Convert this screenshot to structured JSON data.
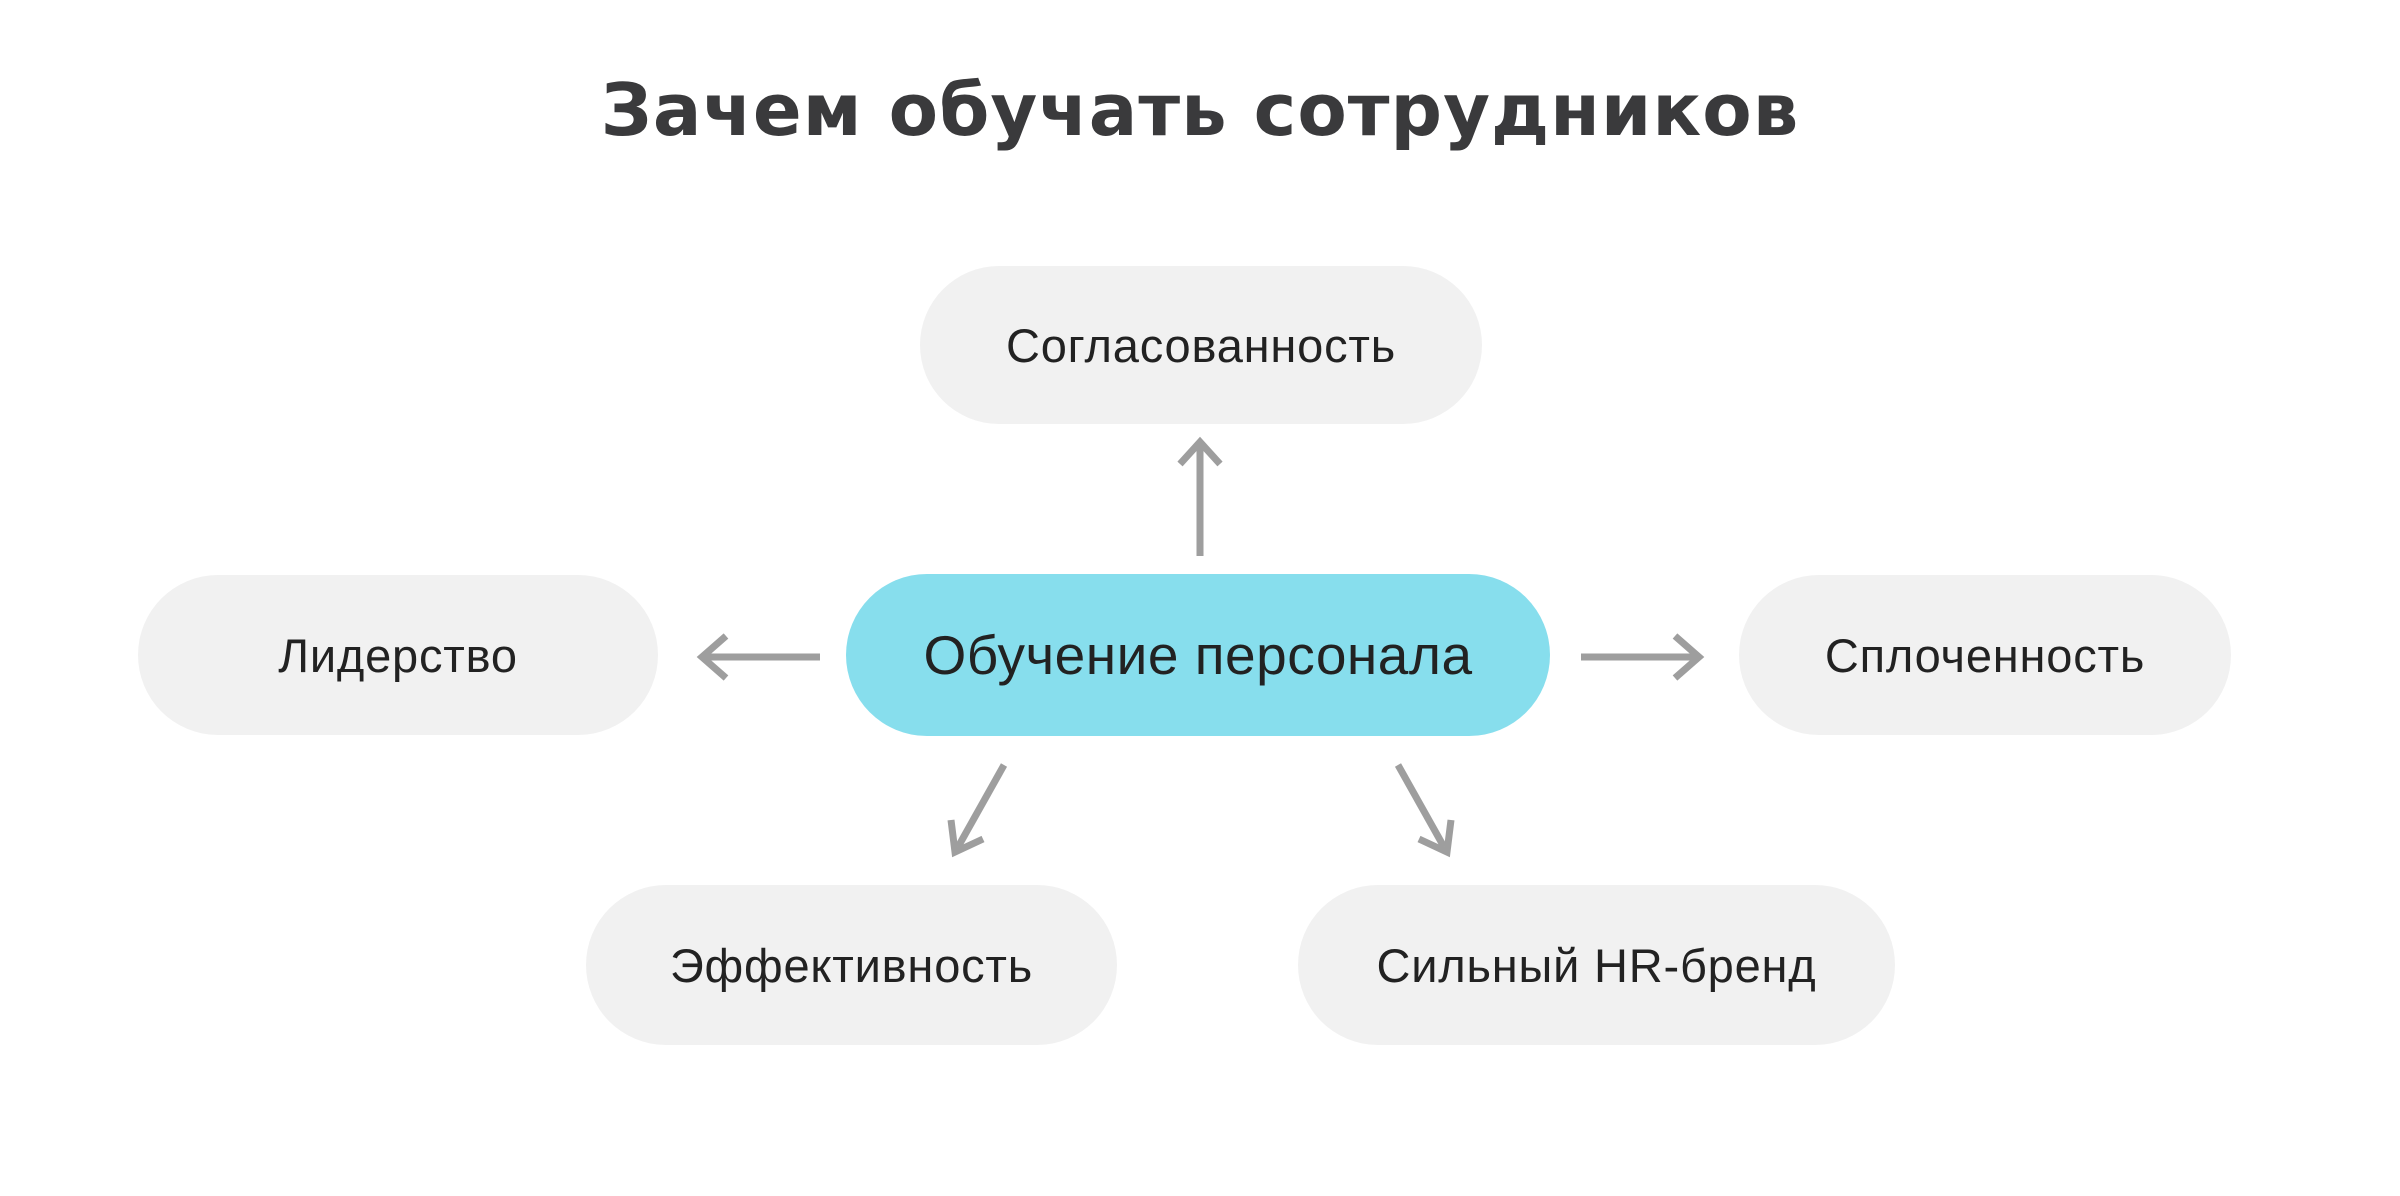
{
  "page": {
    "title": "Зачем обучать сотрудников"
  },
  "diagram": {
    "center_node": {
      "label": "Обучение персонала"
    },
    "satellite_nodes": [
      {
        "position": "top",
        "label": "Согласованность"
      },
      {
        "position": "left",
        "label": "Лидерство"
      },
      {
        "position": "right",
        "label": "Сплоченность"
      },
      {
        "position": "bottom-left",
        "label": "Эффективность"
      },
      {
        "position": "bottom-right",
        "label": "Сильный HR-бренд"
      }
    ],
    "arrows": [
      {
        "from": "center",
        "to": "top"
      },
      {
        "from": "center",
        "to": "left"
      },
      {
        "from": "center",
        "to": "right"
      },
      {
        "from": "center",
        "to": "bottom-left"
      },
      {
        "from": "center",
        "to": "bottom-right"
      }
    ]
  },
  "colors": {
    "background": "#ffffff",
    "title_text": "#3a3a3c",
    "node_text": "#222222",
    "center_node_fill": "#87deed",
    "satellite_node_fill": "#f1f1f1",
    "arrow_stroke": "#9e9e9e"
  }
}
